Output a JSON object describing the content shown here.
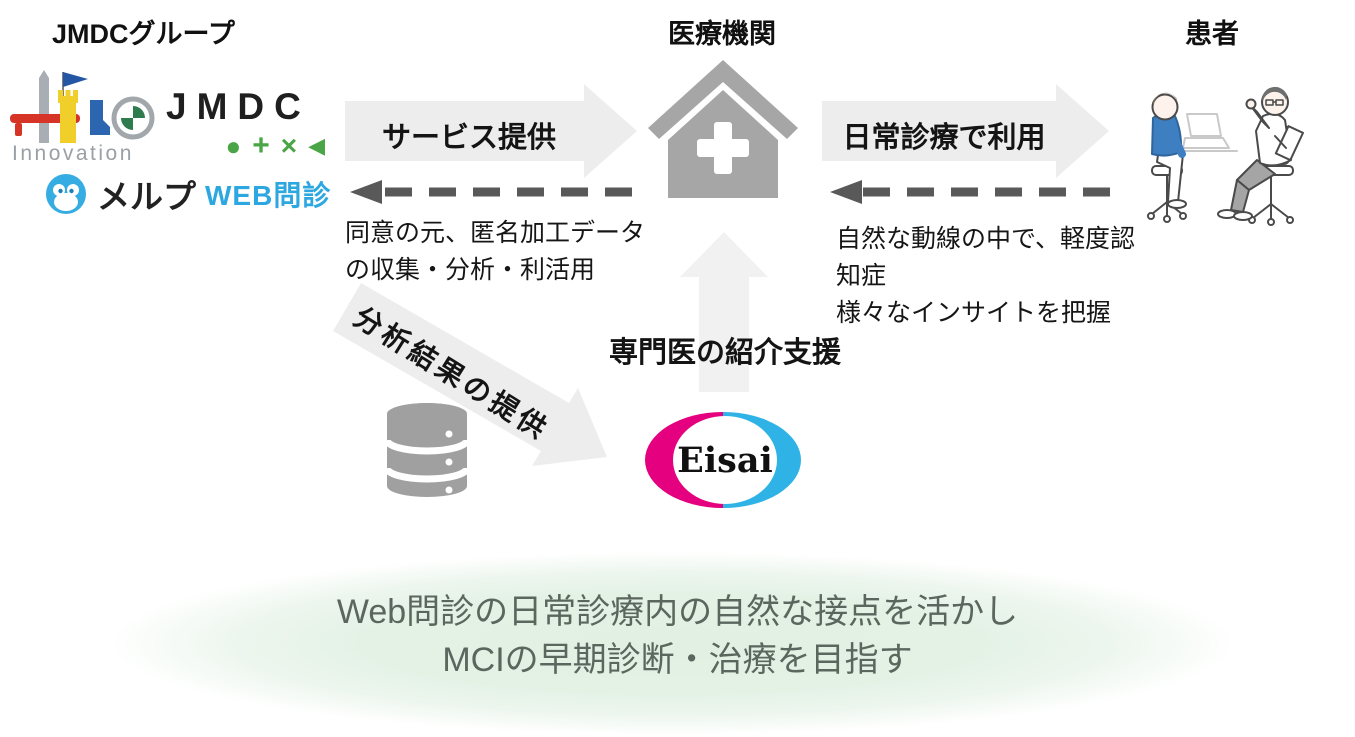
{
  "title_row": {
    "left": "JMDCグループ",
    "center": "医療機関",
    "right": "患者"
  },
  "logos": {
    "hero": {
      "innovation": "Innovation"
    },
    "jmdc": {
      "wordmark": "JMDC",
      "symbols": [
        "●",
        "+",
        "×",
        "◀"
      ]
    },
    "melp": {
      "name": "メルプ",
      "service": "WEB問診"
    }
  },
  "flows": {
    "service_label": "サービス提供",
    "daily_label": "日常診療で利用",
    "analysis_label": "分析結果の提供",
    "referral_label": "専門医の紹介支援"
  },
  "notes": {
    "left_line1": "同意の元、匿名加工データ",
    "left_line2": "の収集・分析・利活用",
    "right_line1": "自然な動線の中で、軽度認",
    "right_line2": "知症",
    "right_line3": "様々なインサイトを把握"
  },
  "eisai_label": "Eisai",
  "banner": {
    "line1": "Web問診の日常診療内の自然な接点を活かし",
    "line2": "MCIの早期診断・治療を目指す"
  },
  "colors": {
    "block_arrow": "#ededed",
    "up_arrow": "#f1f1f1",
    "dashed_arrow": "#595959",
    "hospital_gray": "#a6a6a6",
    "database_gray": "#a0a0a0",
    "eisai_magenta": "#e4007f",
    "eisai_cyan": "#2fb3e6",
    "jmdc_green": "#4aa546",
    "melp_blue": "#2da7e0",
    "banner_green": "#e4f2e6",
    "banner_text": "#5b675e"
  }
}
